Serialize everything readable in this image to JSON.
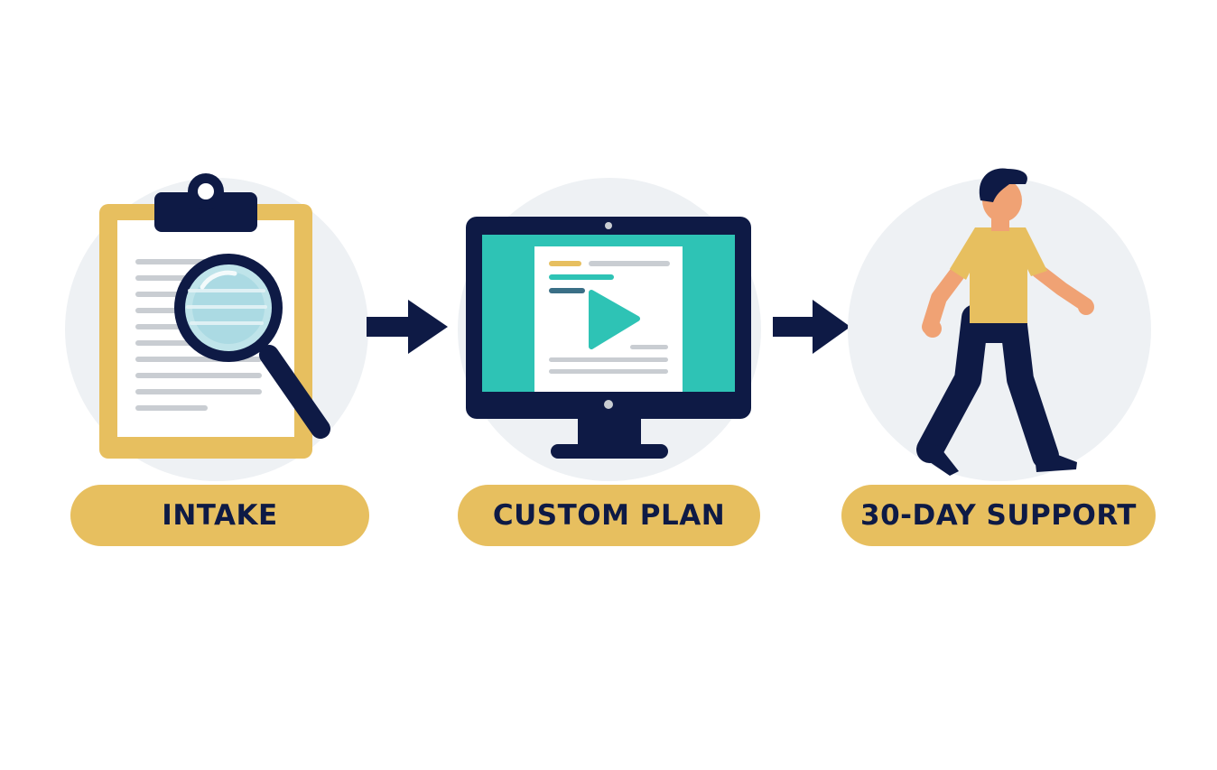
{
  "colors": {
    "navy": "#0e1a45",
    "gold": "#e7bf5f",
    "teal": "#2ec3b5",
    "light_circle": "#eef1f4",
    "skin": "#f0a274",
    "line_gray": "#c9cdd2"
  },
  "steps": [
    {
      "label": "INTAKE",
      "icon": "clipboard-magnifier-icon"
    },
    {
      "label": "CUSTOM PLAN",
      "icon": "monitor-play-icon"
    },
    {
      "label": "30-DAY SUPPORT",
      "icon": "walking-person-icon"
    }
  ],
  "connectors": [
    "arrow-right-icon",
    "arrow-right-icon"
  ]
}
